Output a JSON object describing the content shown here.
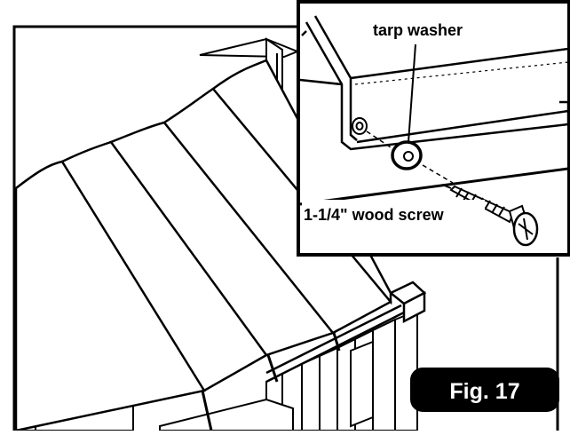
{
  "figure": {
    "badge": "Fig. 17"
  },
  "callout": {
    "washer_label": "tarp washer",
    "screw_label": "1-1/4\" wood screw"
  },
  "colors": {
    "line": "#000000",
    "paper": "#ffffff",
    "badge_bg": "#000000",
    "badge_text": "#ffffff"
  }
}
